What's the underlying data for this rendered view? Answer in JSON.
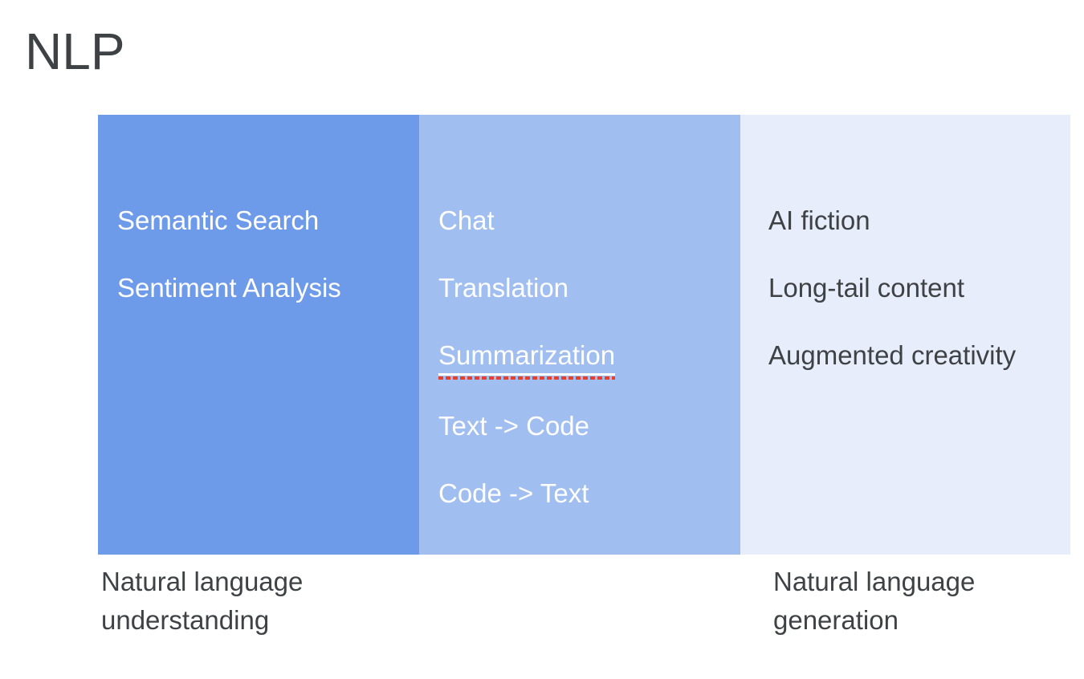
{
  "title": "NLP",
  "board": {
    "columns": [
      {
        "id": "nlu",
        "bg_color": "#6d9ae9",
        "text_color": "#ffffff",
        "items": [
          "Semantic Search",
          "Sentiment Analysis"
        ]
      },
      {
        "id": "mixed",
        "bg_color": "#a0bef0",
        "text_color": "#ffffff",
        "items": [
          "Chat",
          "Translation",
          "Summarization",
          "Text -> Code",
          "Code -> Text"
        ],
        "spellcheck_underline_color": "#ffffff",
        "spellcheck_squiggle_color": "#e8402f"
      },
      {
        "id": "nlg",
        "bg_color": "#e7edfb",
        "text_color": "#3f4245",
        "items": [
          "AI fiction",
          "Long-tail content",
          "Augmented creativity"
        ]
      }
    ],
    "footnotes": [
      {
        "text": "Natural language\nunderstanding"
      },
      {
        "text": "Natural language\ngeneration"
      }
    ]
  },
  "colors": {
    "page_background": "#ffffff",
    "title_text": "#3f4245"
  }
}
